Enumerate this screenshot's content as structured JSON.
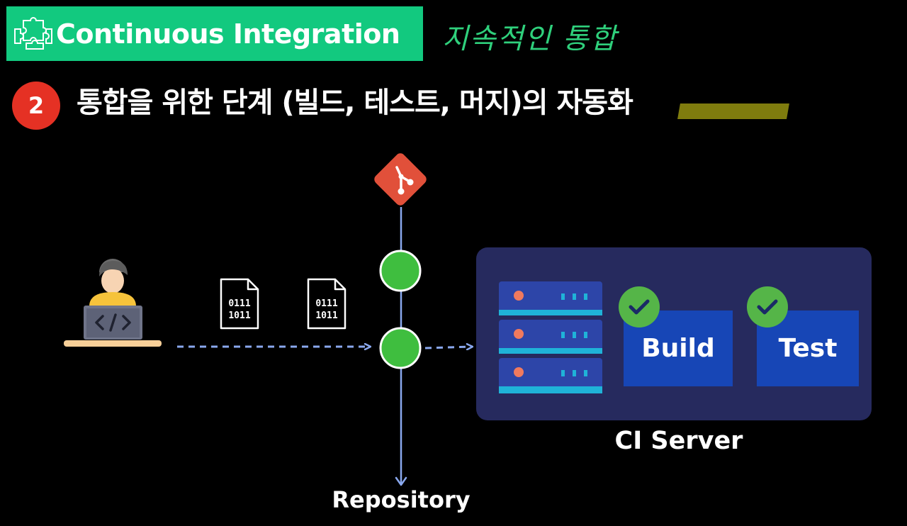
{
  "header": {
    "title": "Continuous Integration",
    "subtitle_ko": "지속적인 통합"
  },
  "step": {
    "number": "2",
    "text": "통합을 위한 단계 (빌드, 테스트, 머지)의 자동화"
  },
  "files": [
    {
      "line1": "0111",
      "line2": "1011"
    },
    {
      "line1": "0111",
      "line2": "1011"
    }
  ],
  "repository": {
    "label": "Repository"
  },
  "ci_server": {
    "label": "CI Server",
    "stages": [
      {
        "label": "Build"
      },
      {
        "label": "Test"
      }
    ]
  },
  "colors": {
    "title_bg": "#12c97f",
    "badge": "#e53124",
    "git": "#e1503a",
    "commit_node": "#3fbe3f",
    "arrow": "#8aa8ee",
    "panel": "#262a5e",
    "stage": "#1746b6",
    "check": "#55b548"
  },
  "icons": [
    "puzzle-icon",
    "git-icon",
    "developer-laptop-icon",
    "binary-file-icon",
    "server-rack-icon",
    "check-icon"
  ]
}
